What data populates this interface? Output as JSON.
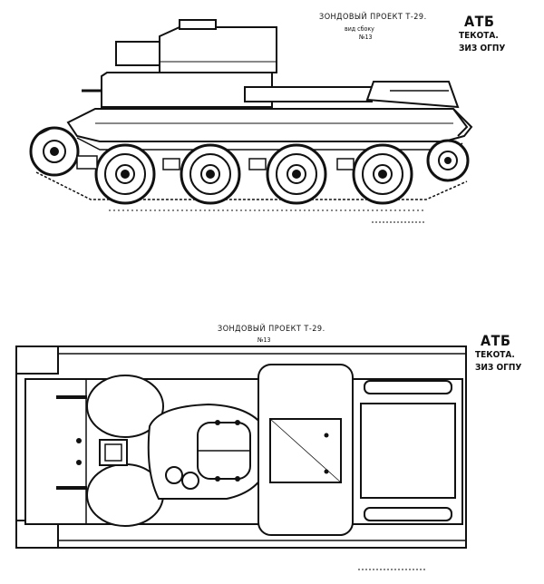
{
  "side_view": {
    "title": "ЗОНДОВЫЙ ПРОЕКТ Т-29.",
    "subtitle": "вид сбоку",
    "sheet": "№13",
    "stamp_line1": "АТБ",
    "stamp_line2": "ТЕКОТА.",
    "stamp_line3": "ЗИЗ ОГПУ"
  },
  "top_view": {
    "title": "ЗОНДОВЫЙ ПРОЕКТ Т-29.",
    "sheet": "№13",
    "stamp_line1": "АТБ",
    "stamp_line2": "ТЕКОТА.",
    "stamp_line3": "ЗИЗ ОГПУ"
  },
  "colors": {
    "ink": "#111111",
    "paper": "#ffffff"
  }
}
